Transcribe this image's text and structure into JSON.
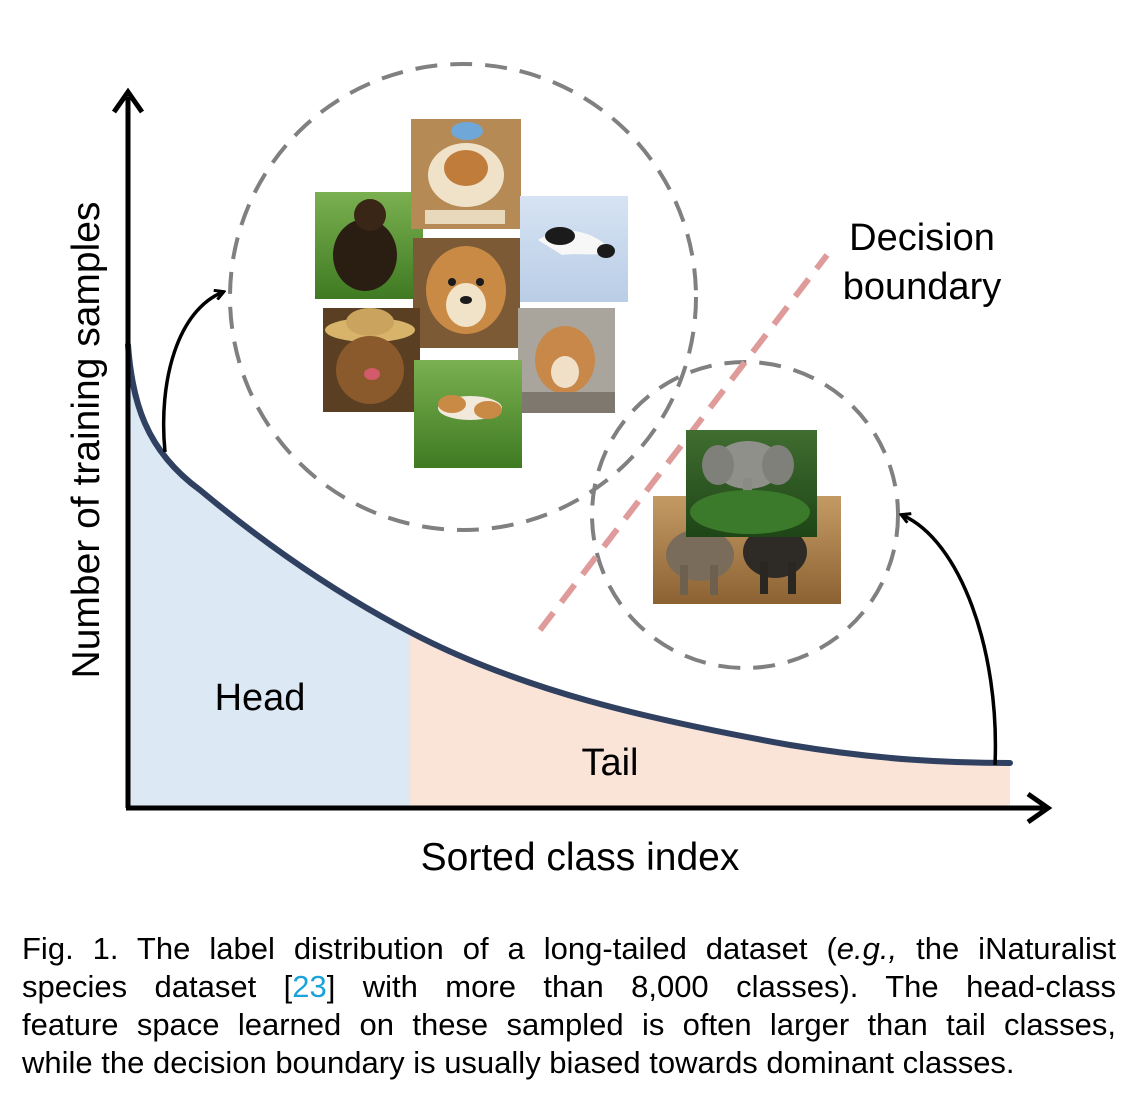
{
  "figure": {
    "y_axis_label": "Number of training samples",
    "x_axis_label": "Sorted class index",
    "head_label": "Head",
    "tail_label": "Tail",
    "decision_boundary_line1": "Decision",
    "decision_boundary_line2": "boundary",
    "colors": {
      "head_fill": "#dde8f5",
      "tail_fill": "#fae3d7",
      "curve": "#2f4060",
      "boundary": "#df9a9a",
      "circle": "#808080"
    },
    "head_cluster_images": [
      "dog-photo-bulldog-with-ice-pack",
      "dog-photo-long-haired-black-dog",
      "dog-photo-leaping-black-white-dog",
      "dog-photo-golden-collie",
      "dog-photo-dog-in-straw-hat",
      "dog-photo-tan-dog-lying",
      "dog-photo-dog-lying-on-grass"
    ],
    "tail_cluster_images": [
      "elephant-photo-in-foliage",
      "elephant-photo-pair-standing"
    ]
  },
  "caption": {
    "line1_a": "Fig. 1. The label distribution of a long-tailed dataset (",
    "line1_eg": "e.g.,",
    "line1_b": " the iNaturalist",
    "line2_a": "species dataset [",
    "line2_ref": "23",
    "line2_b": "] with more than 8,000 classes). The head-class",
    "line3": "feature space learned on these sampled is often larger than tail classes,",
    "line4": "while the decision boundary is usually biased towards dominant classes."
  }
}
